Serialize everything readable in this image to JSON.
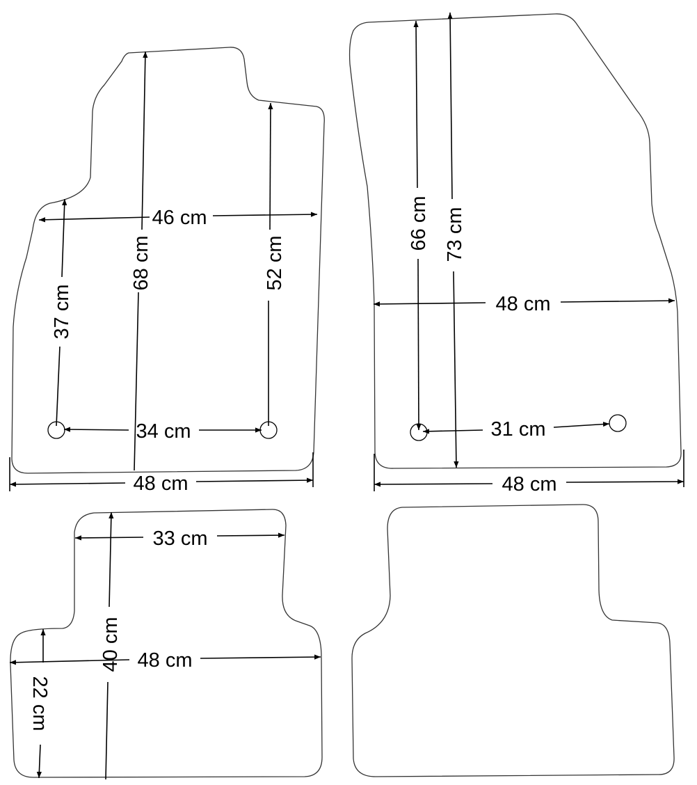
{
  "diagram": {
    "colors": {
      "outline": "#333333",
      "line": "#000000",
      "background": "#ffffff"
    },
    "front_left_mat": {
      "width_top": "46 cm",
      "length_center": "68 cm",
      "length_right": "52 cm",
      "length_left": "37 cm",
      "hole_spacing": "34 cm",
      "width_bottom": "48 cm"
    },
    "front_right_mat": {
      "length_inner": "66 cm",
      "length_outer": "73 cm",
      "width_middle": "48 cm",
      "hole_spacing": "31 cm",
      "width_bottom": "48 cm"
    },
    "rear_left_mat": {
      "width_top": "33 cm",
      "length": "40 cm",
      "width": "48 cm",
      "length_step": "22 cm"
    },
    "rear_right_mat": {}
  }
}
